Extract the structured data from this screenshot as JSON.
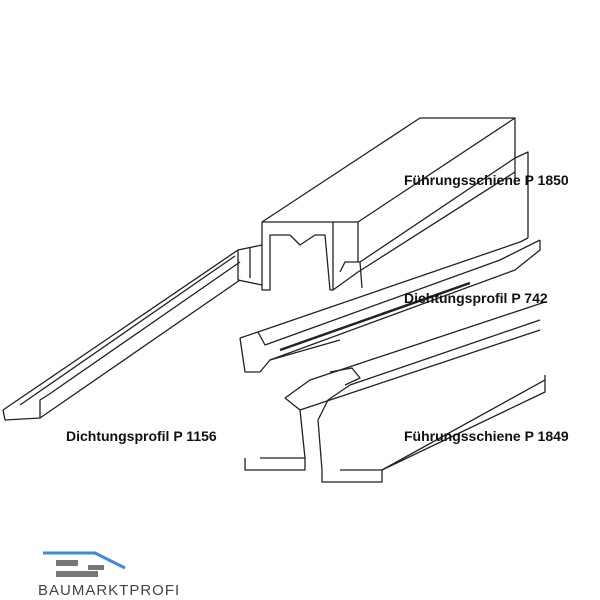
{
  "labels": {
    "p1850": "Führungsschiene P 1850",
    "p742": "Dichtungsprofil P 742",
    "p1156": "Dichtungsprofil P 1156",
    "p1849": "Führungsschiene P 1849"
  },
  "logo": {
    "text": "BAUMARKTPROFI",
    "accent_color": "#3a8be0"
  }
}
